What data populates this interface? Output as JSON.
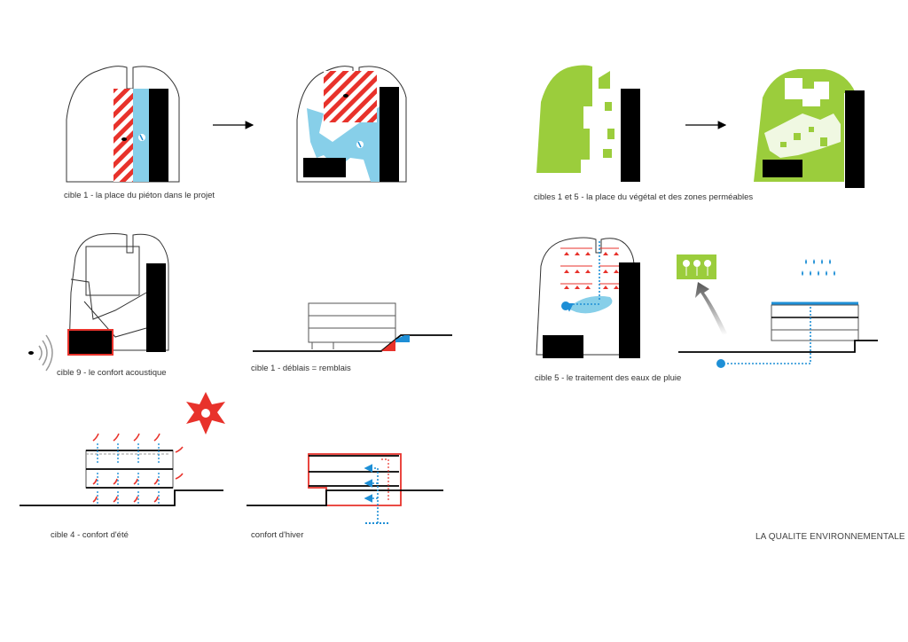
{
  "sheet": {
    "title": "LA QUALITE ENVIRONNEMENTALE"
  },
  "captions": {
    "pedestrian": "cible 1 - la place du piéton dans le projet",
    "vegetation": "cibles 1 et 5 - la place du végétal et des zones perméables",
    "acoustic": "cible 9 - le confort acoustique",
    "earthworks": "cible 1 - déblais = remblais",
    "rainwater": "cible 5 - le traitement des eaux de pluie",
    "summer": "cible 4 - confort d'été",
    "winter": "confort d'hiver"
  },
  "colors": {
    "hatch_red": "#e8322b",
    "pedestrian_blue": "#87cfe9",
    "water_blue": "#1e8fd6",
    "vegetation_green": "#9bcd3c",
    "building_black": "#000000",
    "outline_grey": "#333333"
  },
  "icons": {
    "pedestrian": "pedestrian-icon",
    "cyclist": "cyclist-icon",
    "noise": "noise-waves-icon",
    "sun": "sun-icon",
    "rain": "raindrops-icon",
    "flowers": "flowers-icon"
  }
}
